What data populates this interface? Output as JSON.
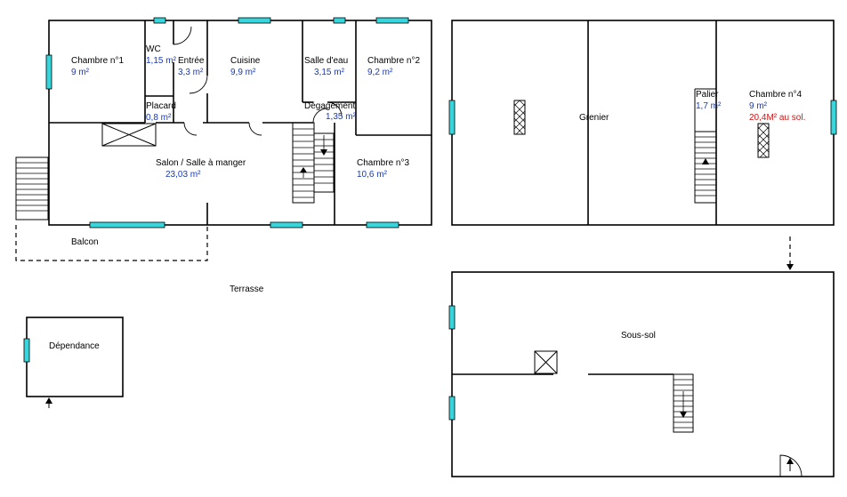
{
  "ground_floor": {
    "rooms": [
      {
        "name": "Chambre n°1",
        "area": "9  m²"
      },
      {
        "name": "WC",
        "area": "1,15  m²"
      },
      {
        "name": "Entrée",
        "area": "3,3  m²"
      },
      {
        "name": "Cuisine",
        "area": "9,9  m²"
      },
      {
        "name": "Salle d'eau",
        "area": "3,15  m²"
      },
      {
        "name": "Chambre n°2",
        "area": "9,2  m²"
      },
      {
        "name": "Placard",
        "area": "0,8  m²"
      },
      {
        "name": "Dégagement",
        "area": "1,35  m²"
      },
      {
        "name": "Salon / Salle à manger",
        "area": "23,03  m²"
      },
      {
        "name": "Chambre n°3",
        "area": "10,6  m²"
      }
    ],
    "balcon": "Balcon",
    "terrasse": "Terrasse"
  },
  "upper_floor": {
    "grenier": "Grenier",
    "palier": {
      "name": "Palier",
      "area": "1,7  m²"
    },
    "chambre4": {
      "name": "Chambre n°4",
      "area": "9  m²",
      "note": "20,4M² au sol."
    }
  },
  "basement": {
    "name": "Sous-sol"
  },
  "outbuilding": {
    "name": "Dépendance"
  },
  "colors": {
    "window": "#37d6dc",
    "area_text": "#1a3bb5",
    "note_text": "#d01616"
  }
}
